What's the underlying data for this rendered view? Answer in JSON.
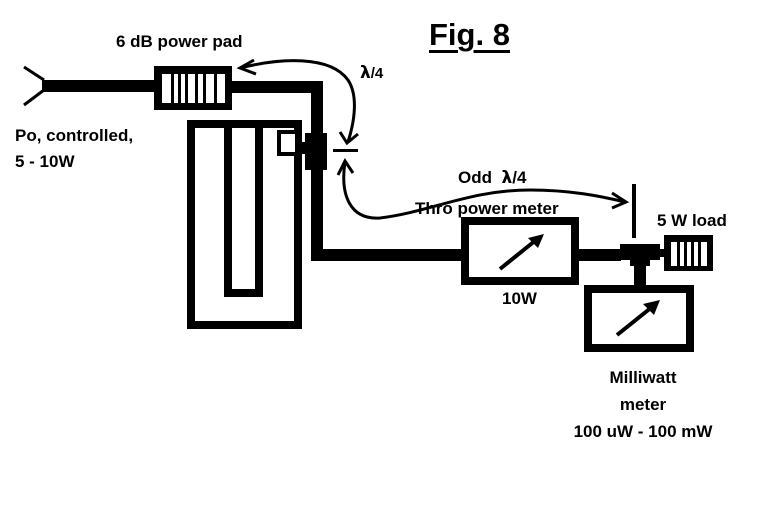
{
  "figure": {
    "title": "Fig. 8",
    "colors": {
      "ink": "#000000",
      "background": "#ffffff"
    }
  },
  "labels": {
    "power_pad": "6 dB power pad",
    "source_line1": "Po, controlled,",
    "source_line2": "5 - 10W",
    "lambda_symbol": "λ",
    "quarter_wave": "/4",
    "odd_prefix": "Odd",
    "thru_meter": "Thro power meter",
    "thru_meter_rating": "10W",
    "load": "5 W load",
    "mw_meter_line1": "Milliwatt",
    "mw_meter_line2": "meter",
    "mw_meter_range": "100 uW - 100 mW"
  },
  "components": [
    {
      "id": "rf-source-input",
      "label_ref": "labels.source_line1"
    },
    {
      "id": "power-pad",
      "label_ref": "labels.power_pad"
    },
    {
      "id": "cavity-under-test"
    },
    {
      "id": "thru-power-meter",
      "label_ref": "labels.thru_meter"
    },
    {
      "id": "tee-connector"
    },
    {
      "id": "dummy-load",
      "label_ref": "labels.load"
    },
    {
      "id": "milliwatt-meter",
      "label_ref": "labels.mw_meter_line1"
    }
  ],
  "annotations": [
    {
      "id": "quarter-wave-pad-to-cavity",
      "text": "λ/4"
    },
    {
      "id": "odd-quarter-wave-cavity-to-tee",
      "text": "Odd λ/4"
    }
  ]
}
